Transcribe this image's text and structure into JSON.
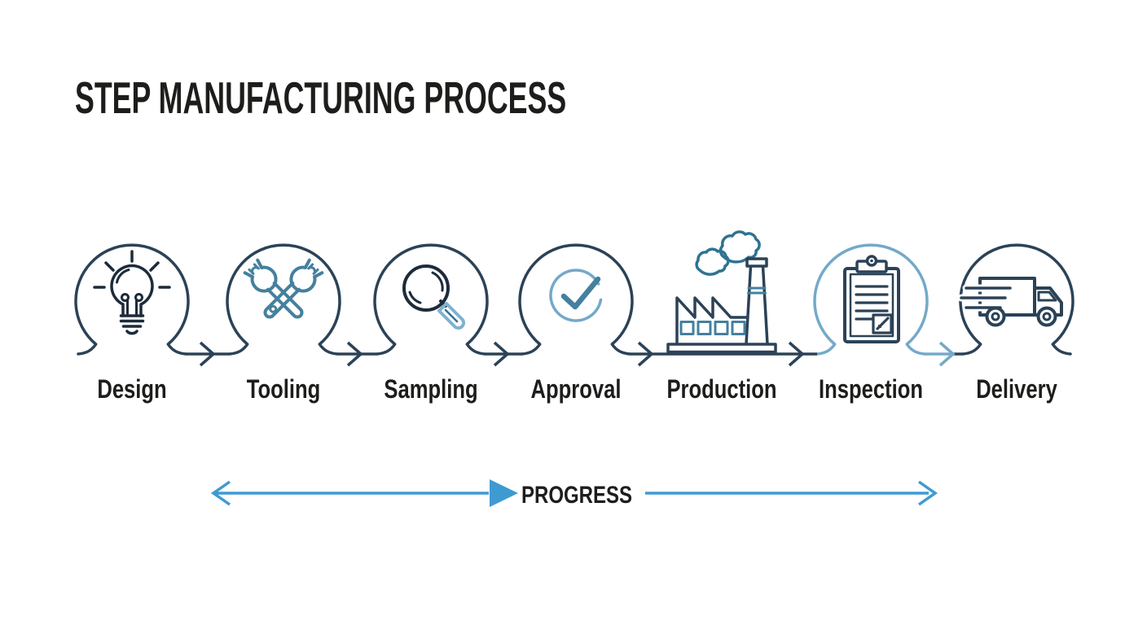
{
  "title": "STEP MANUFACTURING PROCESS",
  "steps": [
    {
      "label": "Design",
      "icon": "lightbulb-icon"
    },
    {
      "label": "Tooling",
      "icon": "crossed-wrenches-icon"
    },
    {
      "label": "Sampling",
      "icon": "magnifier-icon"
    },
    {
      "label": "Approval",
      "icon": "checkmark-circle-icon"
    },
    {
      "label": "Production",
      "icon": "factory-icon"
    },
    {
      "label": "Inspection",
      "icon": "clipboard-icon"
    },
    {
      "label": "Delivery",
      "icon": "truck-icon"
    }
  ],
  "progress": {
    "label": "PROGRESS"
  },
  "colors": {
    "navy": "#2b4257",
    "iconDark": "#1d2b3a",
    "steelBlue": "#44809f",
    "lightBlue": "#74a9c9",
    "skyBlue": "#7fb3d0",
    "teal": "#2e7391",
    "progressBlue": "#3f9ad2",
    "textDark": "#1d1d1b",
    "background": "#ffffff"
  }
}
